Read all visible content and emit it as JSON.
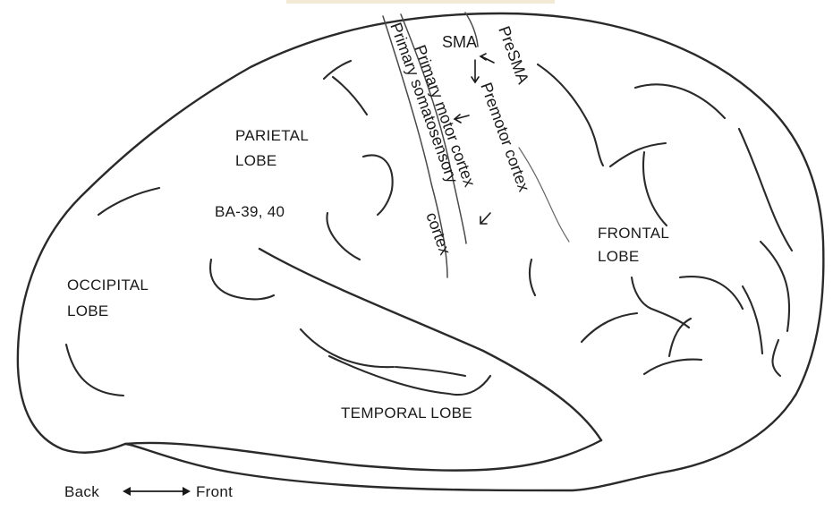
{
  "labels": {
    "parietal_line1": "PARIETAL",
    "parietal_line2": "LOBE",
    "ba": "BA-39, 40",
    "occipital_line1": "OCCIPITAL",
    "occipital_line2": "LOBE",
    "temporal": "TEMPORAL LOBE",
    "frontal_line1": "FRONTAL",
    "frontal_line2": "LOBE",
    "sma": "SMA",
    "presma": "PreSMA",
    "premotor": "Premotor cortex",
    "primary_motor": "Primary motor cortex",
    "somato_line1": "Primary somatosensory",
    "somato_line2": "cortex"
  },
  "orientation": {
    "back": "Back",
    "front": "Front"
  },
  "colors": {
    "line": "#2a2a2a",
    "text": "#1a1a1a",
    "background": "#ffffff"
  }
}
